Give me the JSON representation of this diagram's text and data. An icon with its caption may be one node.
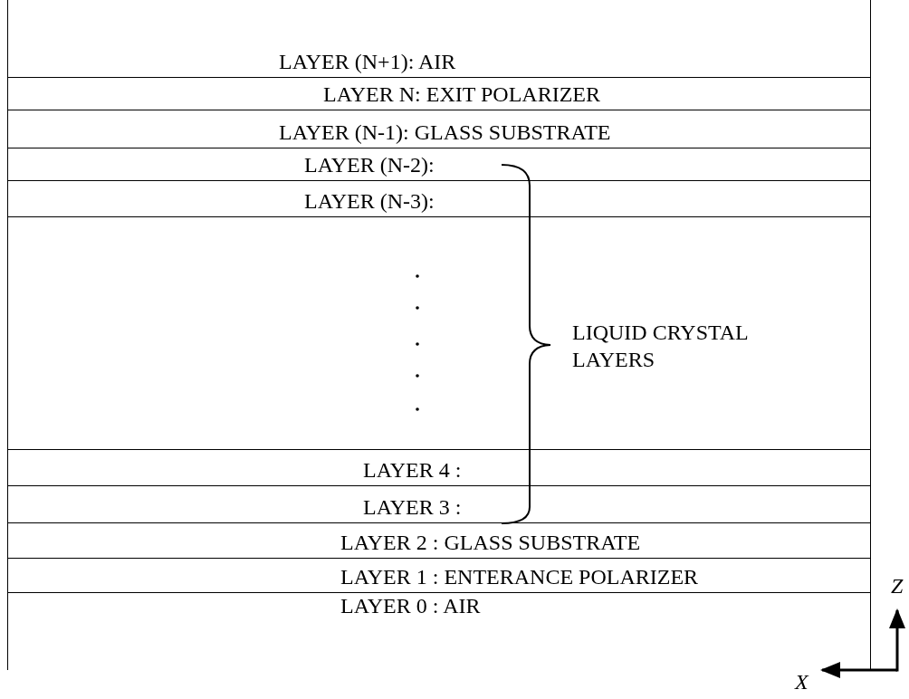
{
  "diagram": {
    "nodes": [
      {
        "text": [
          "LAYER (N+1): AIR"
        ]
      },
      {
        "text": [
          "LAYER N: EXIT POLARIZER"
        ]
      },
      {
        "text": [
          "LAYER (N-1): GLASS SUBSTRATE"
        ]
      },
      {
        "text": [
          "LAYER (N-2):"
        ]
      },
      {
        "text": [
          "LAYER (N-3):"
        ]
      },
      {
        "text": [],
        "shape": "box"
      },
      {
        "text": [
          "LAYER 4 :"
        ]
      },
      {
        "text": [
          "LAYER 3 :"
        ]
      },
      {
        "text": [
          "LAYER 2 : GLASS SUBSTRATE"
        ]
      },
      {
        "text": [
          "LAYER 1 : ENTERANCE POLARIZER"
        ]
      },
      {
        "text": [
          "LAYER 0 : AIR"
        ]
      }
    ],
    "edges": [],
    "labels": [
      "LIQUID CRYSTAL LAYERS",
      "Z",
      "X"
    ]
  }
}
